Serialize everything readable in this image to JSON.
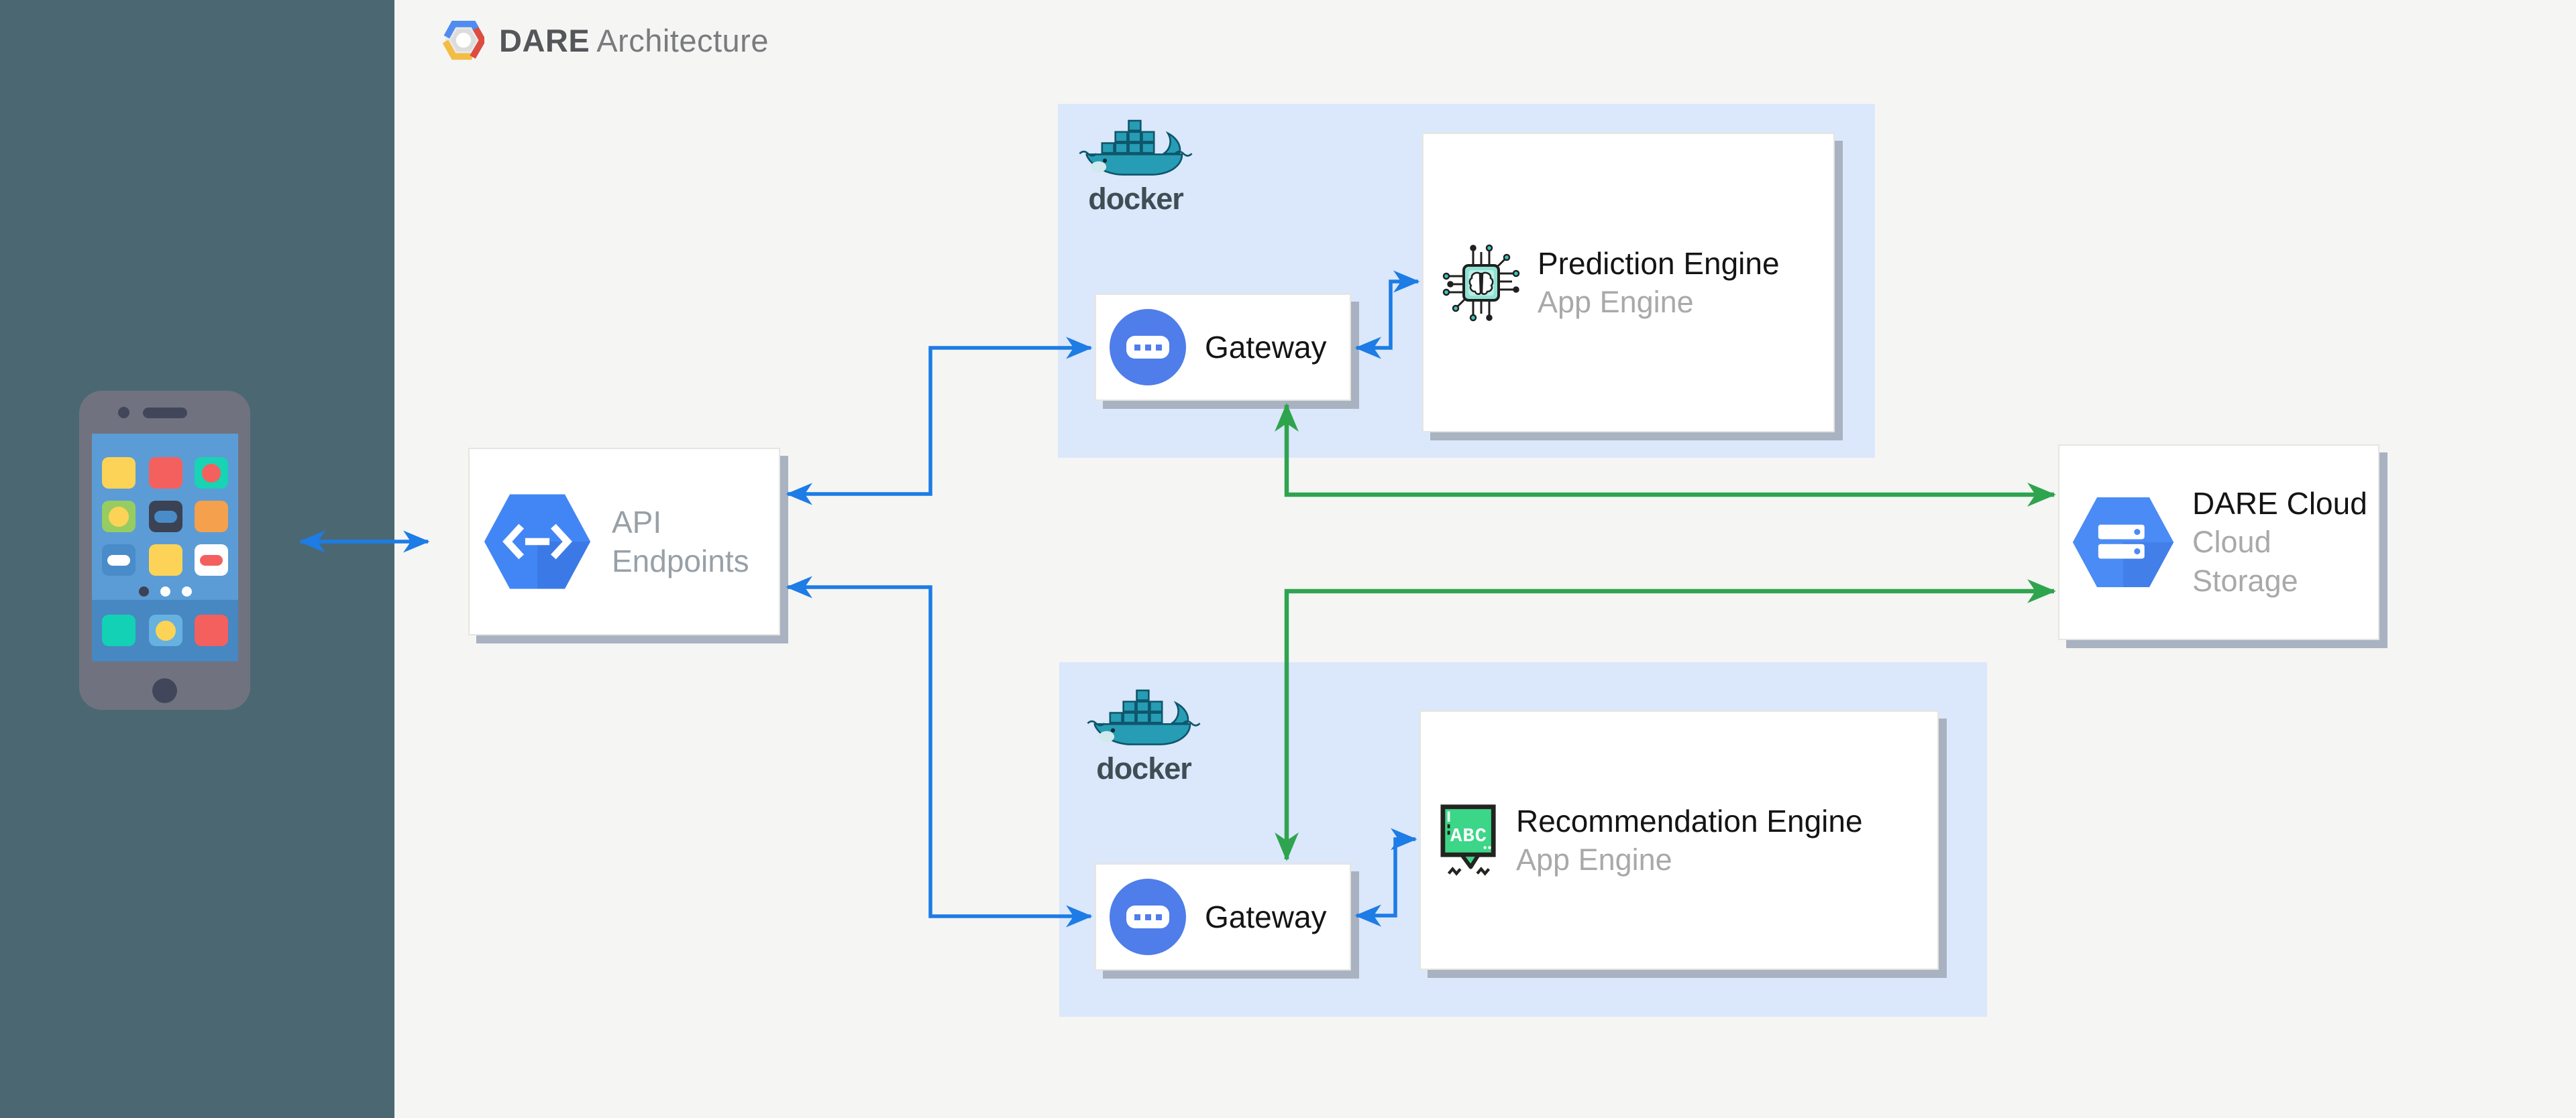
{
  "header": {
    "brand": "DARE",
    "title": "Architecture"
  },
  "docker": {
    "label": "docker"
  },
  "nodes": {
    "api": {
      "line1": "API",
      "line2": "Endpoints"
    },
    "gateway_top": {
      "label": "Gateway"
    },
    "gateway_bottom": {
      "label": "Gateway"
    },
    "prediction": {
      "title": "Prediction Engine",
      "subtitle": "App Engine"
    },
    "recommendation": {
      "title": "Recommendation Engine",
      "subtitle": "App Engine"
    },
    "dare_cloud": {
      "title": "DARE Cloud",
      "subtitle": "Cloud Storage"
    }
  },
  "icons": {
    "abc_bubble_text": "ABC",
    "gcp_logo": "google-cloud-platform-hexagon",
    "api_hexagon": "cloud-endpoints-hexagon",
    "storage_hexagon": "cloud-storage-hexagon",
    "gateway": "gateway-circle-pill",
    "prediction": "brain-chip-circuit",
    "recommendation": "abc-speech-bubble",
    "docker": "docker-whale",
    "mobile": "smartphone-app-grid"
  },
  "edges": [
    {
      "from": "mobile-app",
      "to": "api-endpoints",
      "color": "#1d7ce5",
      "bidirectional": true
    },
    {
      "from": "api-endpoints",
      "to": "gateway-top",
      "color": "#1d7ce5",
      "bidirectional": true
    },
    {
      "from": "api-endpoints",
      "to": "gateway-bottom",
      "color": "#1d7ce5",
      "bidirectional": true
    },
    {
      "from": "gateway-top",
      "to": "prediction-engine",
      "color": "#1d7ce5",
      "bidirectional": true
    },
    {
      "from": "gateway-bottom",
      "to": "recommendation-engine",
      "color": "#1d7ce5",
      "bidirectional": true
    },
    {
      "from": "gateway-top",
      "to": "dare-cloud",
      "color": "#2ea44f",
      "bidirectional": true
    },
    {
      "from": "gateway-bottom",
      "to": "dare-cloud",
      "color": "#2ea44f",
      "bidirectional": true
    }
  ],
  "colors": {
    "sidebar": "#4b6872",
    "canvas": "#f5f5f4",
    "docker_container": "#dbe7fa",
    "arrow_blue": "#1d7ce5",
    "arrow_green": "#2ea44f",
    "card_shadow": "#a9b2c0",
    "hexagon_blue": "#4286f5",
    "gateway_blue": "#4f7dea",
    "bubble_green": "#3bd687",
    "docker_teal": "#2d9cbc"
  }
}
